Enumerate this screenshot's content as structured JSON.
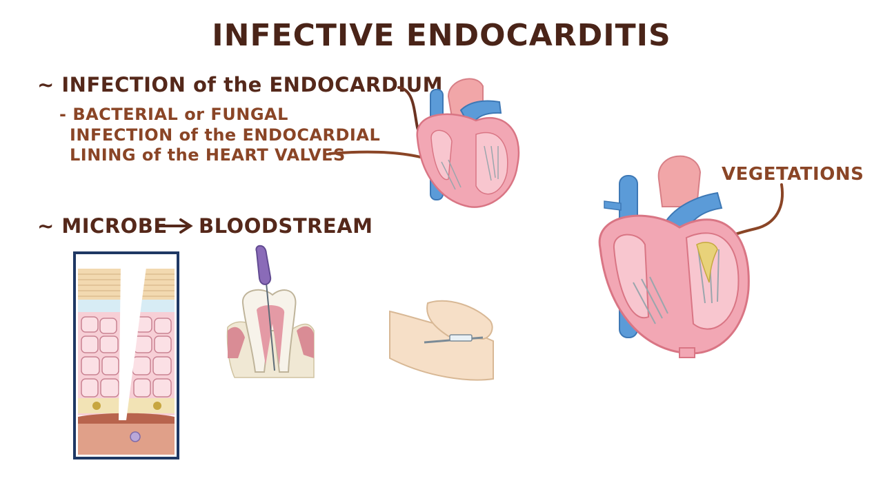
{
  "title": "INFECTIVE ENDOCARDITIS",
  "bullet1": {
    "text": "~ INFECTION of the ENDOCARDIUM",
    "sub_lines": [
      "- BACTERIAL or FUNGAL",
      "INFECTION of the ENDOCARDIAL",
      "LINING of the HEART VALVES"
    ]
  },
  "bullet2": {
    "prefix": "~ MICROBE",
    "suffix": "BLOODSTREAM"
  },
  "label_vegetations": "VEGETATIONS",
  "colors": {
    "title": "#4a2418",
    "heading_text": "#55281a",
    "sub_text": "#8a4526",
    "heart_pink": "#f2a7b4",
    "vessel_blue": "#5b9bd8",
    "frame_navy": "#1f3864",
    "vegetation_yellow": "#e8d27a"
  },
  "icons": [
    "heart-small-illustration",
    "skin-wound-illustration",
    "dental-root-canal-illustration",
    "iv-injection-illustration",
    "heart-large-illustration",
    "arrow-right-icon"
  ]
}
